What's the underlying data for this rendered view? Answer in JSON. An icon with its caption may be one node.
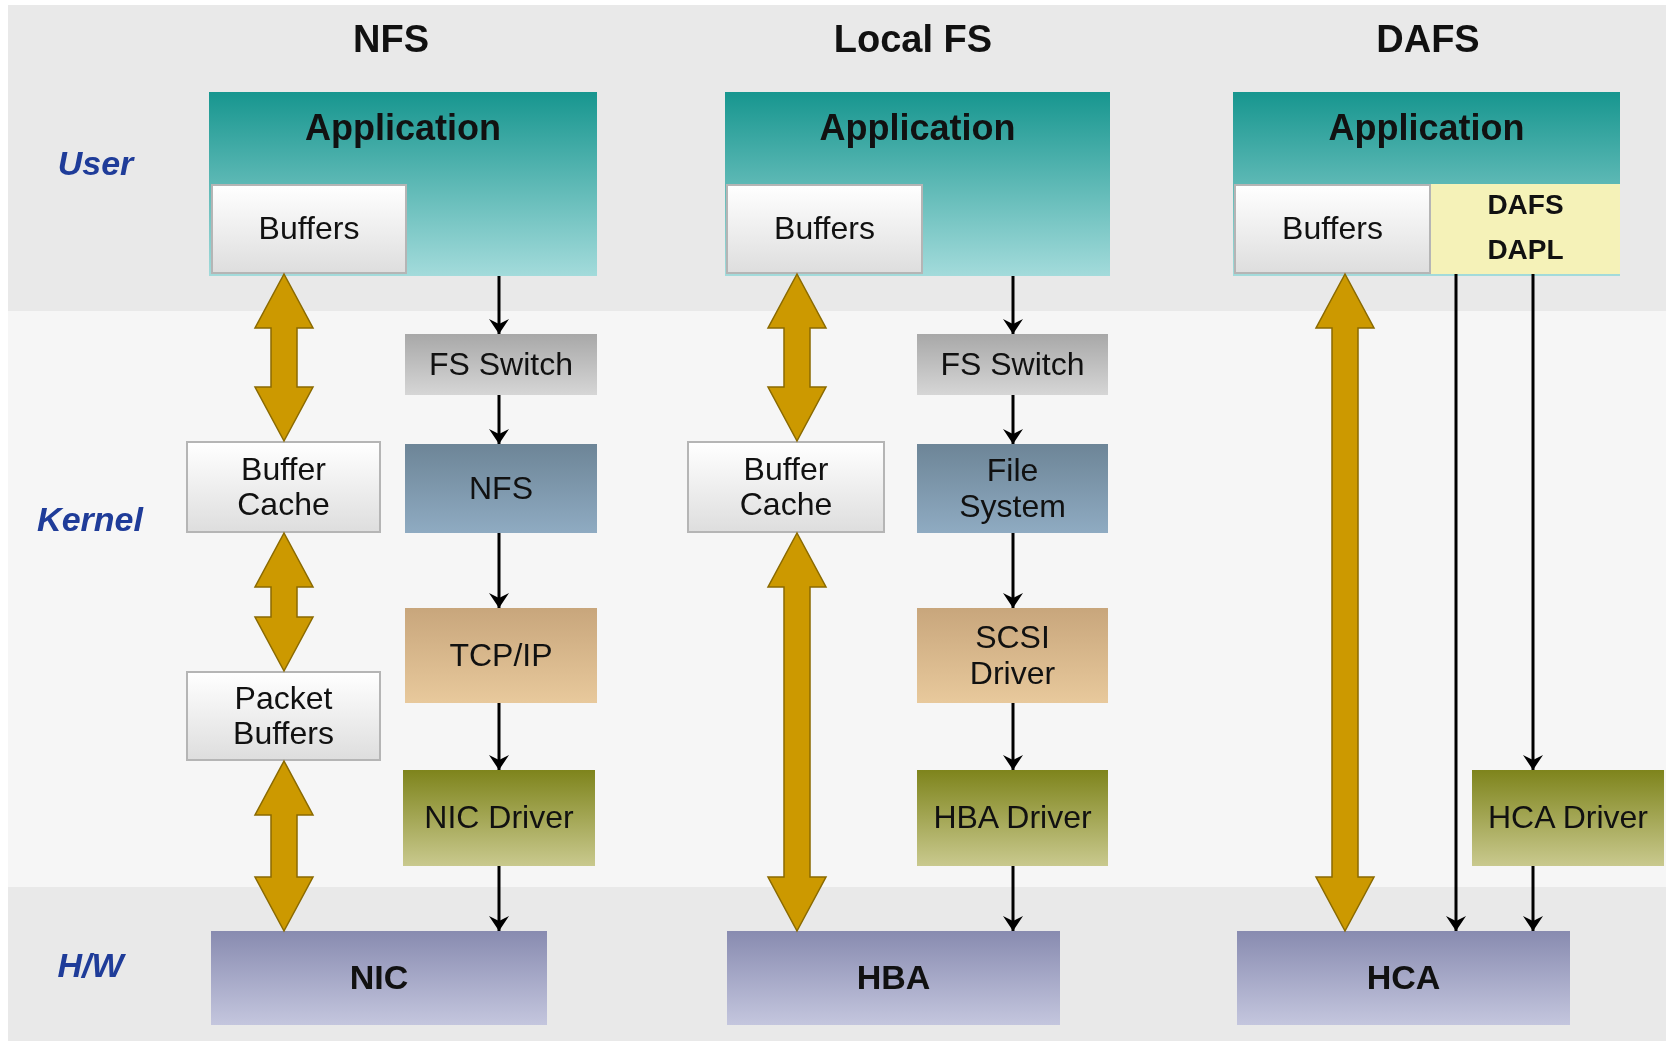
{
  "diagram": {
    "nodes": [
      {
        "text": [
          "User"
        ]
      },
      {
        "text": [
          "Application"
        ],
        "in": 0
      },
      {
        "text": [
          "Buffers"
        ],
        "in": 1
      },
      {
        "text": [
          "Application"
        ],
        "in": 0
      },
      {
        "text": [
          "Buffers"
        ],
        "in": 3
      },
      {
        "text": [
          "Application"
        ],
        "in": 0
      },
      {
        "text": [
          "Buffers"
        ],
        "in": 5
      },
      {
        "text": [
          "DAFS"
        ],
        "in": 5
      },
      {
        "text": [
          "DAPL"
        ],
        "in": 5
      },
      {
        "text": [
          "Kernel"
        ]
      },
      {
        "text": [
          "FS Switch"
        ],
        "in": 9
      },
      {
        "text": [
          "Buffer Cache"
        ],
        "in": 9
      },
      {
        "text": [
          "NFS"
        ],
        "in": 9
      },
      {
        "text": [
          "Packet Buffers"
        ],
        "in": 9
      },
      {
        "text": [
          "TCP/IP"
        ],
        "in": 9
      },
      {
        "text": [
          "NIC Driver"
        ],
        "in": 9
      },
      {
        "text": [
          "FS Switch"
        ],
        "in": 9
      },
      {
        "text": [
          "Buffer Cache"
        ],
        "in": 9
      },
      {
        "text": [
          "File System"
        ],
        "in": 9
      },
      {
        "text": [
          "SCSI Driver"
        ],
        "in": 9
      },
      {
        "text": [
          "HBA Driver"
        ],
        "in": 9
      },
      {
        "text": [
          "HCA Driver"
        ],
        "in": 9
      },
      {
        "text": [
          "H/W"
        ]
      },
      {
        "text": [
          "NIC"
        ],
        "in": 22
      },
      {
        "text": [
          "HBA"
        ],
        "in": 22
      },
      {
        "text": [
          "HCA"
        ],
        "in": 22
      }
    ],
    "edges": [
      {
        "from": 2,
        "to": 11,
        "arrow": "both",
        "style": "thick",
        "color": "#cc9900"
      },
      {
        "from": 11,
        "to": 13,
        "arrow": "both",
        "style": "thick",
        "color": "#cc9900"
      },
      {
        "from": 13,
        "to": 23,
        "arrow": "both",
        "style": "thick",
        "color": "#cc9900"
      },
      {
        "from": 1,
        "to": 10,
        "arrow": "to"
      },
      {
        "from": 10,
        "to": 12,
        "arrow": "to"
      },
      {
        "from": 12,
        "to": 14,
        "arrow": "to"
      },
      {
        "from": 14,
        "to": 15,
        "arrow": "to"
      },
      {
        "from": 15,
        "to": 23,
        "arrow": "to"
      },
      {
        "from": 4,
        "to": 17,
        "arrow": "both",
        "style": "thick",
        "color": "#cc9900"
      },
      {
        "from": 17,
        "to": 24,
        "arrow": "both",
        "style": "thick",
        "color": "#cc9900"
      },
      {
        "from": 3,
        "to": 16,
        "arrow": "to"
      },
      {
        "from": 16,
        "to": 18,
        "arrow": "to"
      },
      {
        "from": 18,
        "to": 19,
        "arrow": "to"
      },
      {
        "from": 19,
        "to": 20,
        "arrow": "to"
      },
      {
        "from": 20,
        "to": 24,
        "arrow": "to"
      },
      {
        "from": 6,
        "to": 25,
        "arrow": "both",
        "style": "thick",
        "color": "#cc9900"
      },
      {
        "from": 8,
        "to": 25,
        "arrow": "to"
      },
      {
        "from": 8,
        "to": 21,
        "arrow": "to"
      },
      {
        "from": 21,
        "to": 25,
        "arrow": "to"
      }
    ],
    "labels": [
      "NFS",
      "Local FS",
      "DAFS"
    ]
  }
}
